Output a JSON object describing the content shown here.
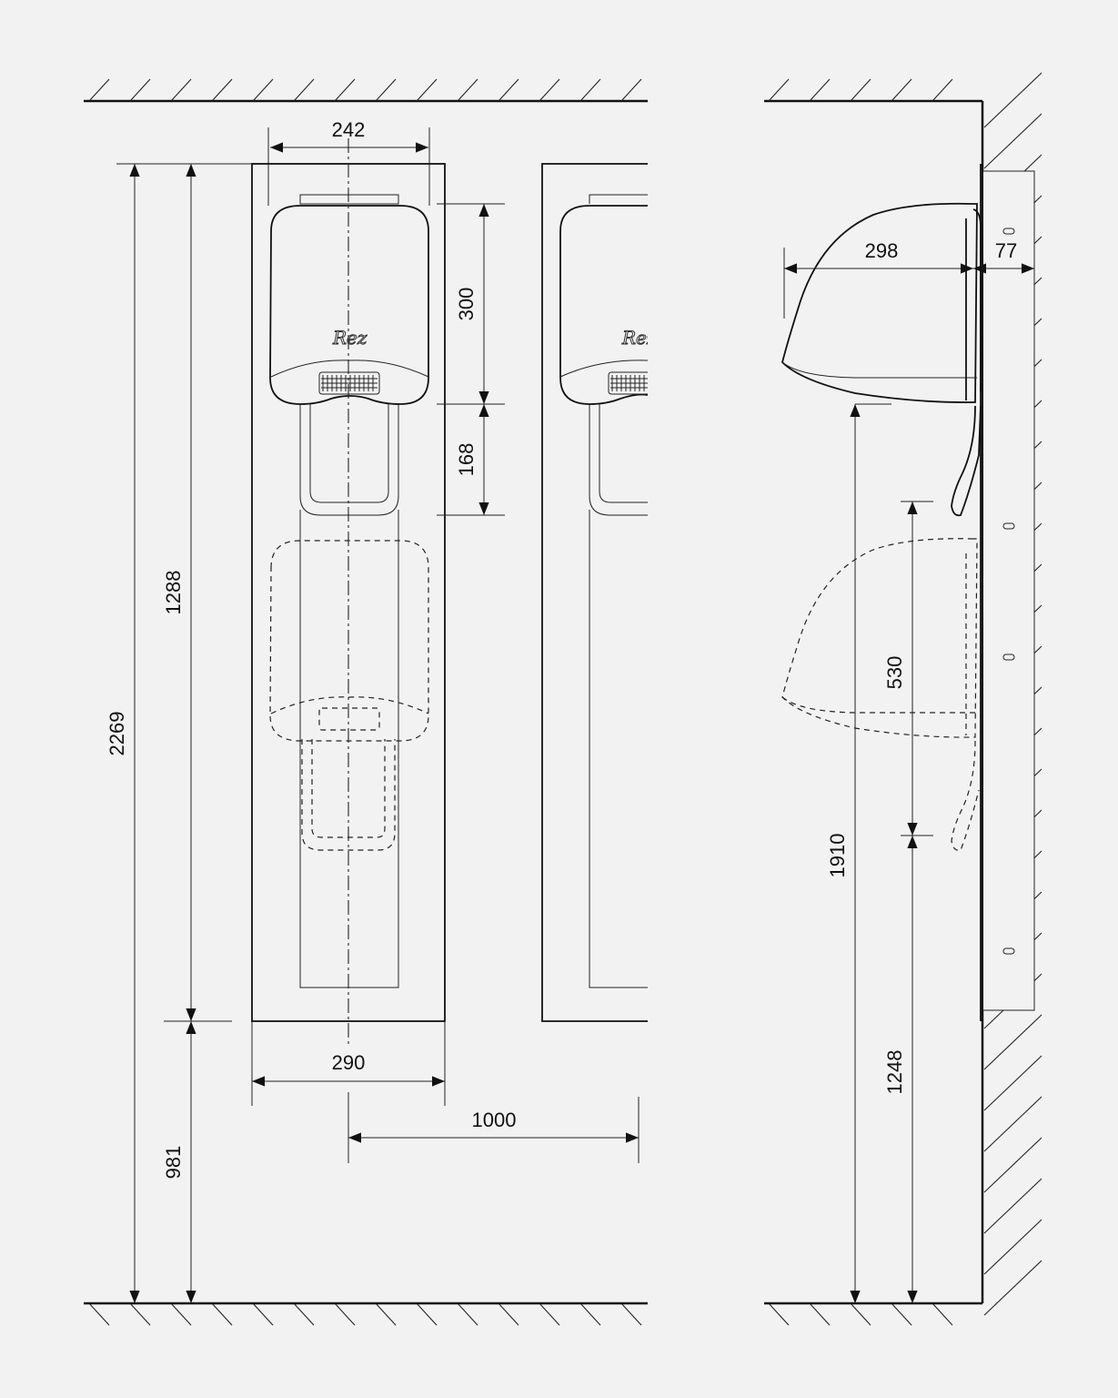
{
  "dimensions": {
    "dryer_width": "242",
    "dryer_height": "300",
    "bracket_height": "168",
    "panel_height_total": "2269",
    "panel_height": "1288",
    "floor_to_panel": "981",
    "panel_width": "290",
    "spacing": "1000",
    "depth": "298",
    "wall_offset": "77",
    "height_to_unit": "1910",
    "height_to_lower": "1248",
    "adjust_range": "530"
  },
  "logo": {
    "text": "Rez"
  }
}
